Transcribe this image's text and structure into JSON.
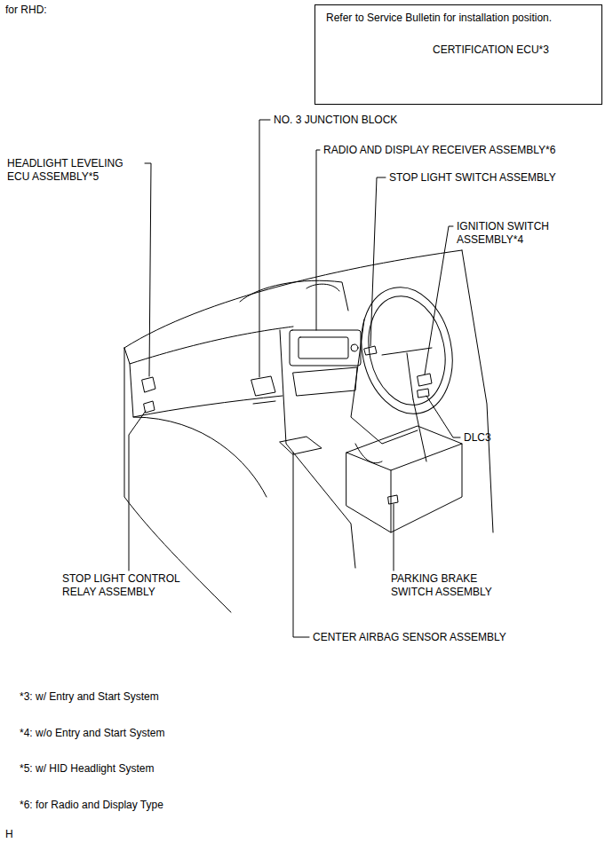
{
  "diagram": {
    "nodes": [
      {
        "text": [
          "Refer to Service Bulletin for installation position.",
          "CERTIFICATION ECU*3"
        ]
      }
    ],
    "labels": [
      "for RHD:",
      "NO. 3 JUNCTION BLOCK",
      "RADIO AND DISPLAY RECEIVER ASSEMBLY*6",
      "STOP LIGHT SWITCH ASSEMBLY",
      "HEADLIGHT LEVELING ECU ASSEMBLY*5",
      "IGNITION SWITCH ASSEMBLY*4",
      "DLC3",
      "STOP LIGHT CONTROL RELAY ASSEMBLY",
      "PARKING BRAKE SWITCH ASSEMBLY",
      "CENTER AIRBAG SENSOR ASSEMBLY",
      "*3: w/ Entry and Start System",
      "*4: w/o Entry and Start System",
      "*5: w/ HID Headlight System",
      "*6: for Radio and Display Type",
      "H"
    ]
  }
}
